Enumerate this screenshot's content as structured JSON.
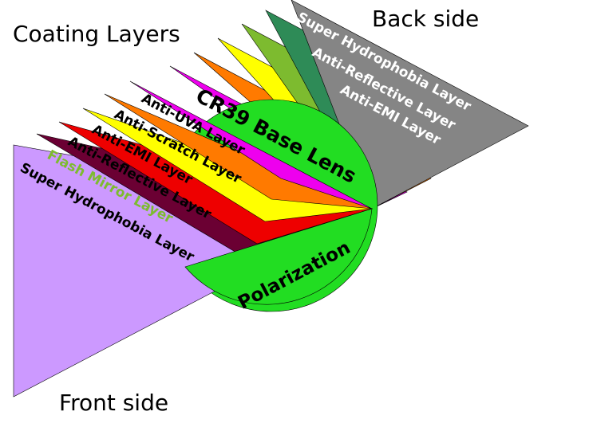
{
  "title": "Coating Layers",
  "back_side_label": "Back side",
  "front_side_label": "Front side",
  "lens": {
    "label": "CR39 Base Lens",
    "color": "#22dd22"
  },
  "polarization": {
    "label": "Polarization",
    "color": "#22dd22"
  },
  "back_layers": [
    {
      "label": "Super Hydrophobia Layer",
      "color": "#858585",
      "text_color": "#ffffff"
    },
    {
      "label": "Anti-Reflective Layer",
      "color": "#2e8b57",
      "text_color": "#ffffff"
    },
    {
      "label": "Anti-EMI Layer",
      "color": "#7dbb2f",
      "text_color": "#ffffff"
    },
    {
      "label": "",
      "color": "#ffff00",
      "text_color": "#ffffff"
    },
    {
      "label": "",
      "color": "#ff7a00",
      "text_color": "#ffffff"
    },
    {
      "label": "",
      "color": "#ee00ee",
      "text_color": "#ffffff"
    }
  ],
  "front_layers": [
    {
      "label": "Anti-UVA Layer",
      "color": "#ee00ee",
      "text_color": "#000000"
    },
    {
      "label": "Anti-Scratch Layer",
      "color": "#ff7a00",
      "text_color": "#000000"
    },
    {
      "label": "Anti-EMI Layer",
      "color": "#ffff00",
      "text_color": "#000000"
    },
    {
      "label": "Anti-Reflective Layer",
      "color": "#ee0000",
      "text_color": "#000000"
    },
    {
      "label": "Flash Mirror Layer",
      "color": "#6b0033",
      "text_color": "#7dbb2f"
    },
    {
      "label": "Super Hydrophobia Layer",
      "color": "#cc99ff",
      "text_color": "#000000"
    }
  ]
}
